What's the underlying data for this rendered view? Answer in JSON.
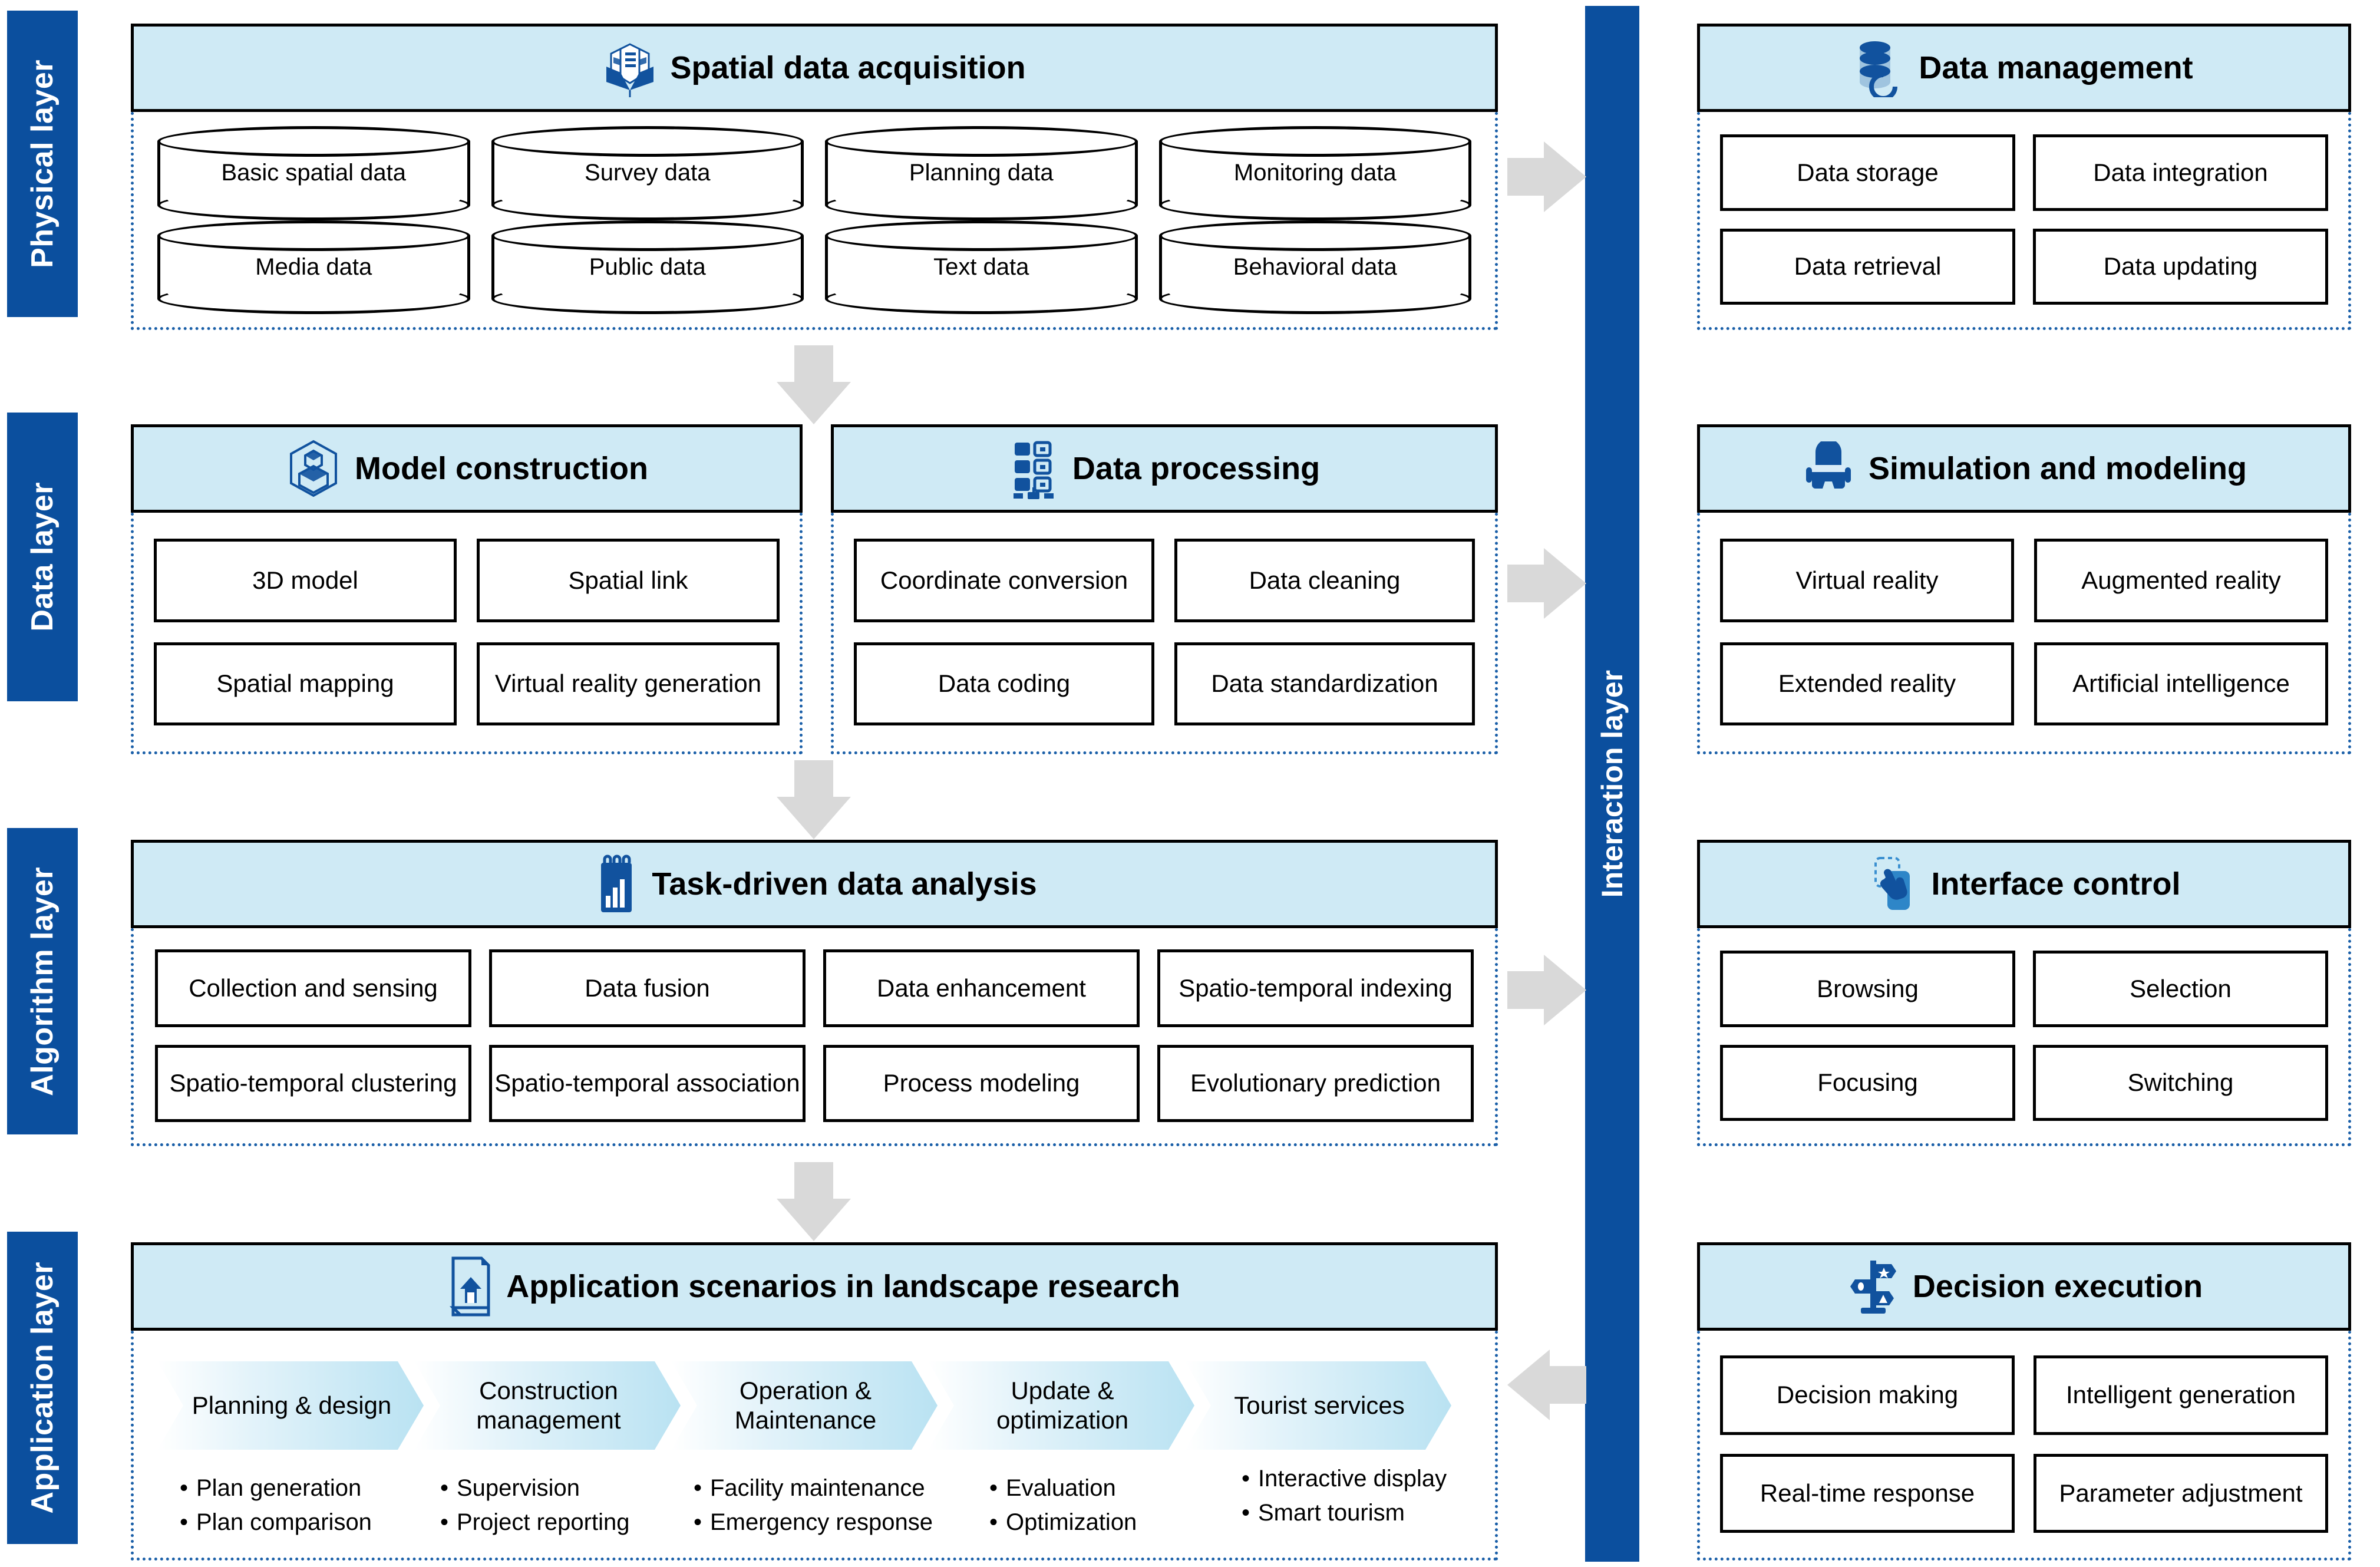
{
  "layers": [
    {
      "label": "Physical layer"
    },
    {
      "label": "Data layer"
    },
    {
      "label": "Algorithm layer"
    },
    {
      "label": "Application layer"
    }
  ],
  "interaction_layer": {
    "label": "Interaction layer"
  },
  "colors": {
    "brand_blue": "#0b4f9e",
    "header_fill": "#cfeaf5",
    "dashed_border": "#1a5fa8",
    "arrow_gray": "#d9d9d9",
    "chevron_end": "#b9e2f2"
  },
  "modules": {
    "spatial_data_acquisition": {
      "title": "Spatial data acquisition",
      "icon": "open-box-documents-icon",
      "databases": [
        "Basic spatial data",
        "Survey data",
        "Planning data",
        "Monitoring data",
        "Media data",
        "Public data",
        "Text data",
        "Behavioral data"
      ]
    },
    "data_management": {
      "title": "Data management",
      "icon": "database-refresh-icon",
      "items": [
        "Data storage",
        "Data integration",
        "Data retrieval",
        "Data updating"
      ]
    },
    "model_construction": {
      "title": "Model construction",
      "icon": "3d-cube-hexagon-icon",
      "items": [
        "3D model",
        "Spatial link",
        "Spatial mapping",
        "Virtual reality generation"
      ]
    },
    "data_processing": {
      "title": "Data processing",
      "icon": "server-rack-icon",
      "items": [
        "Coordinate conversion",
        "Data cleaning",
        "Data coding",
        "Data standardization"
      ]
    },
    "simulation_and_modeling": {
      "title": "Simulation and modeling",
      "icon": "vr-headset-icon",
      "items": [
        "Virtual reality",
        "Augmented reality",
        "Extended reality",
        "Artificial intelligence"
      ]
    },
    "task_driven_data_analysis": {
      "title": "Task-driven data analysis",
      "icon": "bar-chart-notebook-icon",
      "items": [
        "Collection and sensing",
        "Data fusion",
        "Data enhancement",
        "Spatio-temporal indexing",
        "Spatio-temporal clustering",
        "Spatio-temporal association",
        "Process modeling",
        "Evolutionary prediction"
      ]
    },
    "interface_control": {
      "title": "Interface control",
      "icon": "hand-tap-icon",
      "items": [
        "Browsing",
        "Selection",
        "Focusing",
        "Switching"
      ]
    },
    "application_scenarios": {
      "title": "Application scenarios in landscape research",
      "icon": "document-house-icon",
      "stages": [
        {
          "label": "Planning & design",
          "bullets": [
            "Plan generation",
            "Plan comparison"
          ]
        },
        {
          "label": "Construction management",
          "bullets": [
            "Supervision",
            "Project reporting"
          ]
        },
        {
          "label": "Operation & Maintenance",
          "bullets": [
            "Facility maintenance",
            "Emergency response"
          ]
        },
        {
          "label": "Update & optimization",
          "bullets": [
            "Evaluation",
            "Optimization"
          ]
        },
        {
          "label": "Tourist services",
          "bullets": [
            "Interactive display",
            "Smart tourism"
          ]
        }
      ]
    },
    "decision_execution": {
      "title": "Decision execution",
      "icon": "signpost-icon",
      "items": [
        "Decision making",
        "Intelligent generation",
        "Real-time response",
        "Parameter adjustment"
      ]
    }
  }
}
